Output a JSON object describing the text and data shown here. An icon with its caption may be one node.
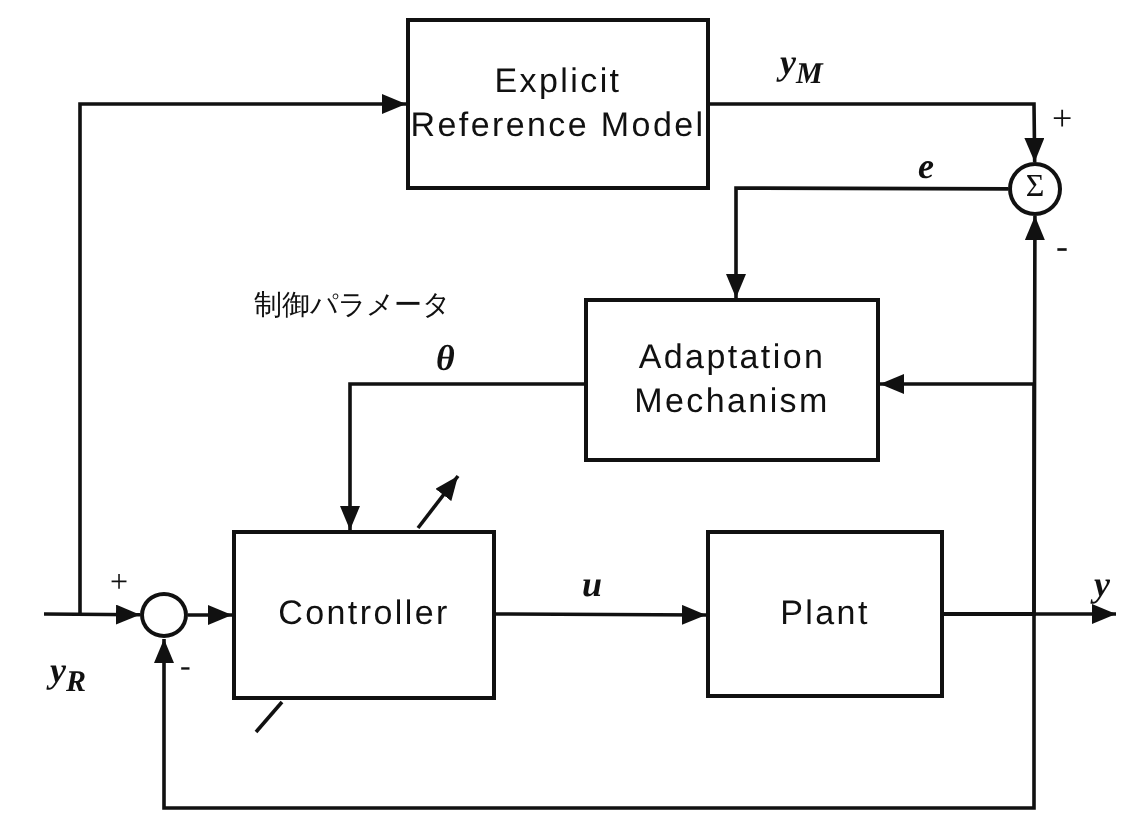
{
  "diagram": {
    "nodes": [
      {
        "text": [
          "Explicit Reference Model"
        ]
      },
      {
        "text": [
          "Σ"
        ]
      },
      {
        "text": [
          "Adaptation Mechanism"
        ]
      },
      {
        "text": [],
        "shape": "circle"
      },
      {
        "text": [
          "Controller"
        ]
      },
      {
        "text": [
          "Plant"
        ]
      }
    ],
    "edges": [
      {
        "from": null,
        "to": 3,
        "arrow": "to",
        "label": "y$_{R}$"
      },
      {
        "from": null,
        "to": 0,
        "arrow": "to"
      },
      {
        "from": 0,
        "to": 1,
        "arrow": "to",
        "label": "y$_{M}$"
      },
      {
        "from": 1,
        "to": 2,
        "arrow": "to",
        "label": "e"
      },
      {
        "from": 2,
        "to": 4,
        "arrow": "to",
        "label": "θ"
      },
      {
        "from": 3,
        "to": 4,
        "arrow": "to"
      },
      {
        "from": 4,
        "to": 5,
        "arrow": "to",
        "label": "u"
      },
      {
        "from": 5,
        "to": null,
        "arrow": "to",
        "label": "y"
      },
      {
        "from": 5,
        "to": 1,
        "arrow": "to"
      },
      {
        "from": 5,
        "to": 2,
        "arrow": "to"
      },
      {
        "from": 5,
        "to": 3,
        "arrow": "to"
      }
    ],
    "labels": [
      "+",
      "-",
      "制御パラメータ",
      "+",
      "-"
    ]
  }
}
